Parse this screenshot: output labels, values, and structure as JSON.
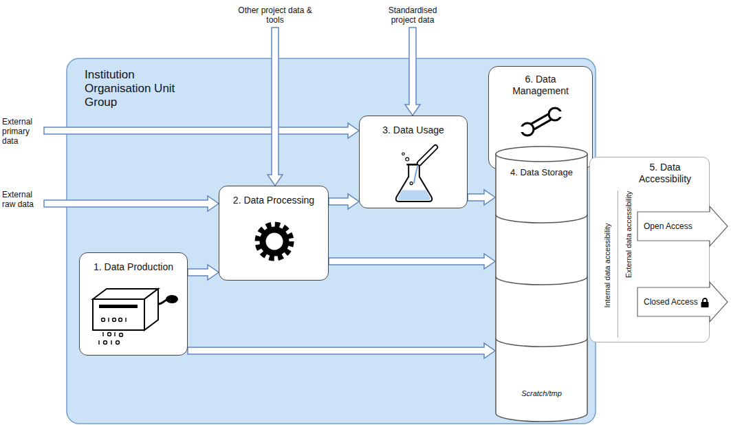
{
  "diagram": {
    "nodes": [
      {
        "text": [
          "Institution Organisation Unit Group"
        ]
      },
      {
        "text": [
          "1. Data Production"
        ],
        "in": 0
      },
      {
        "text": [
          "2. Data Processing"
        ],
        "in": 0
      },
      {
        "text": [
          "3. Data Usage"
        ],
        "in": 0
      },
      {
        "text": [
          "6. Data Management"
        ],
        "in": 0
      },
      {
        "text": [
          "4. Data Storage",
          "Scratch/tmp"
        ],
        "in": 0
      },
      {
        "text": [
          "5. Data Accessibility",
          "Internal data accessibility",
          "External data accessibility"
        ]
      },
      {
        "text": [
          "Open Access"
        ],
        "in": 6
      },
      {
        "text": [
          "Closed Access"
        ],
        "in": 6
      }
    ],
    "edges": [
      {
        "from": 1,
        "to": 2,
        "arrow": "to"
      },
      {
        "from": 2,
        "to": 3,
        "arrow": "to"
      },
      {
        "from": 3,
        "to": 5,
        "arrow": "to"
      },
      {
        "from": 2,
        "to": 5,
        "arrow": "to"
      },
      {
        "from": 1,
        "to": 5,
        "arrow": "to"
      }
    ],
    "labels": [
      "Other project data & tools",
      "Standardised project data",
      "External primary data",
      "External raw data"
    ]
  }
}
